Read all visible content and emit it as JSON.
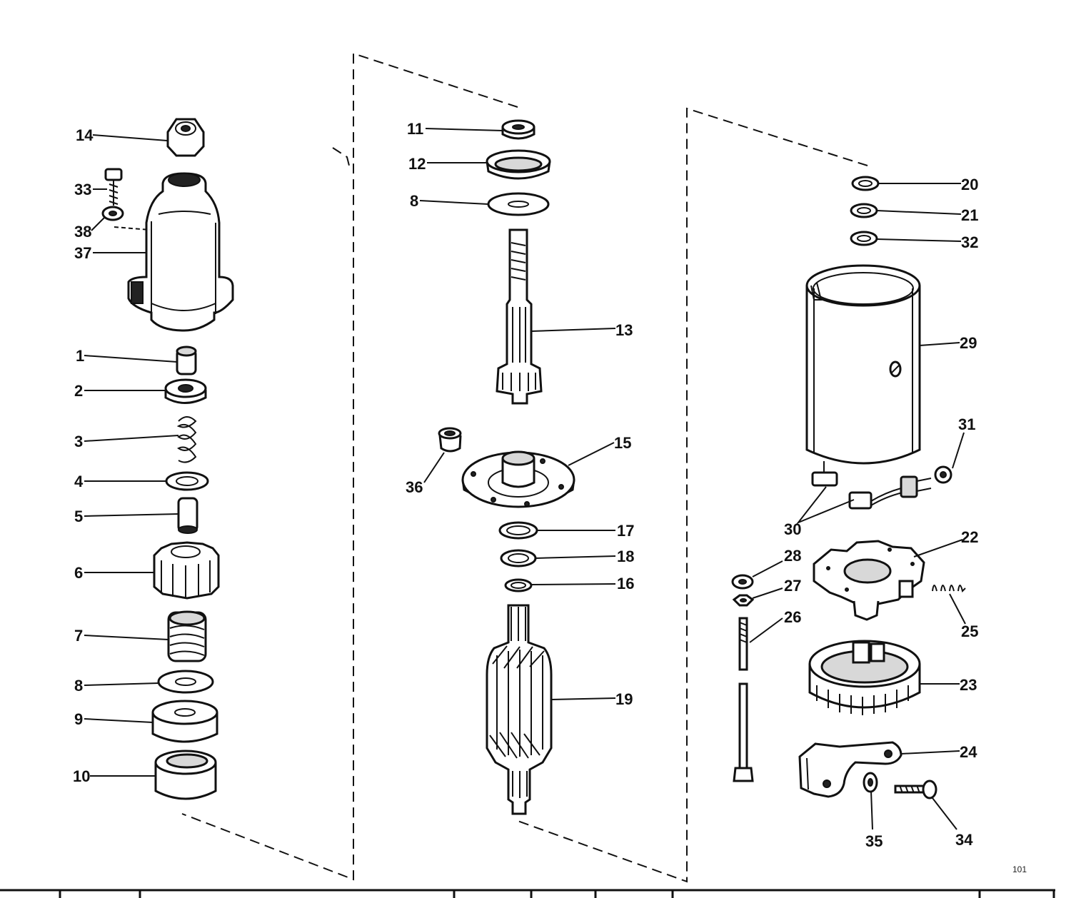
{
  "callouts": {
    "c1": "1",
    "c2": "2",
    "c3": "3",
    "c4": "4",
    "c5": "5",
    "c6": "6",
    "c7": "7",
    "c8a": "8",
    "c9": "9",
    "c10": "10",
    "c14": "14",
    "c33": "33",
    "c38": "38",
    "c37": "37",
    "c11": "11",
    "c12": "12",
    "c8b": "8",
    "c13": "13",
    "c36": "36",
    "c15": "15",
    "c17": "17",
    "c18": "18",
    "c16": "16",
    "c19": "19",
    "c20": "20",
    "c21": "21",
    "c32": "32",
    "c29": "29",
    "c31": "31",
    "c30": "30",
    "c22": "22",
    "c28": "28",
    "c27": "27",
    "c26": "26",
    "c25": "25",
    "c23": "23",
    "c24": "24",
    "c35": "35",
    "c34": "34"
  },
  "page_code": "101"
}
